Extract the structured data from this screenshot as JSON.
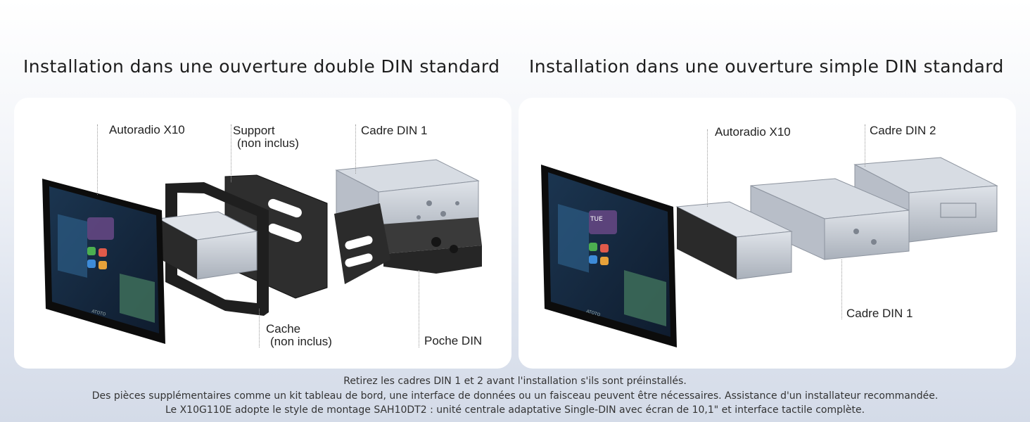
{
  "left": {
    "heading": "Installation dans une ouverture double DIN standard",
    "labels": {
      "radio": "Autoradio X10",
      "support_line1": "Support",
      "support_line2": "(non inclus)",
      "frame1": "Cadre DIN 1",
      "cover_line1": "Cache",
      "cover_line2": "(non inclus)",
      "pocket": "Poche DIN"
    }
  },
  "right": {
    "heading": "Installation dans une ouverture simple DIN standard",
    "labels": {
      "radio": "Autoradio X10",
      "frame2": "Cadre DIN 2",
      "frame1": "Cadre DIN 1"
    }
  },
  "screen": {
    "time": "TUE",
    "brand": "ATOTO"
  },
  "notes": [
    "Retirez les cadres DIN 1 et 2 avant l'installation s'ils sont préinstallés.",
    "Des pièces supplémentaires comme un kit tableau de bord, une interface de données ou un faisceau peuvent être nécessaires. Assistance d'un installateur recommandée.",
    "Le X10G110E adopte le style de montage SAH10DT2 : unité centrale adaptative Single-DIN avec écran de 10,1\" et interface tactile complète."
  ],
  "colors": {
    "metal": "#c9ced6",
    "metal_dark": "#8c939e",
    "bracket": "#2b2b2b",
    "screen_bg": "#14233a",
    "accent_green": "#4caf50"
  }
}
